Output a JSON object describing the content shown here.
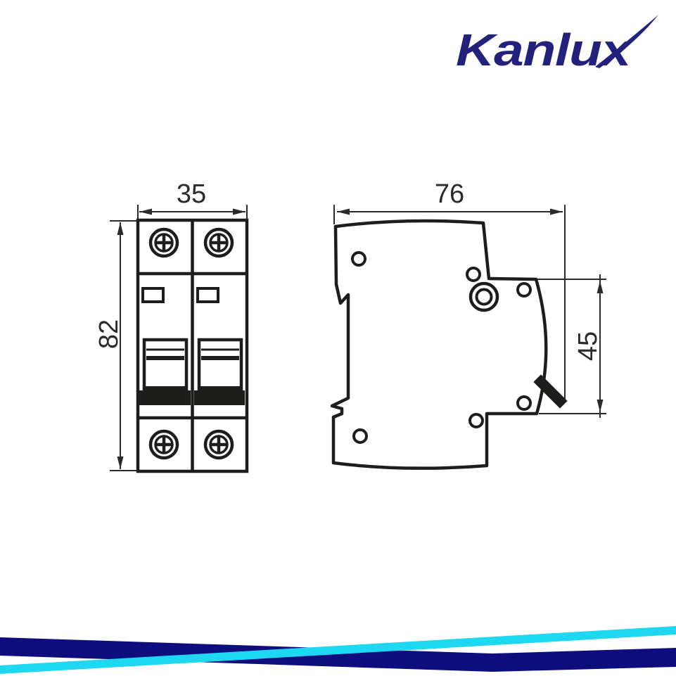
{
  "logo": {
    "text": "Kanlux"
  },
  "colors": {
    "line": "#1D1D1B",
    "logo_navy": "#22217B",
    "ribbon_navy": "#0D0D7D",
    "ribbon_cyan": "#1ED7F0"
  },
  "dimensions": {
    "front_width": "35",
    "front_height": "82",
    "side_depth": "76",
    "side_lever_height": "45"
  }
}
